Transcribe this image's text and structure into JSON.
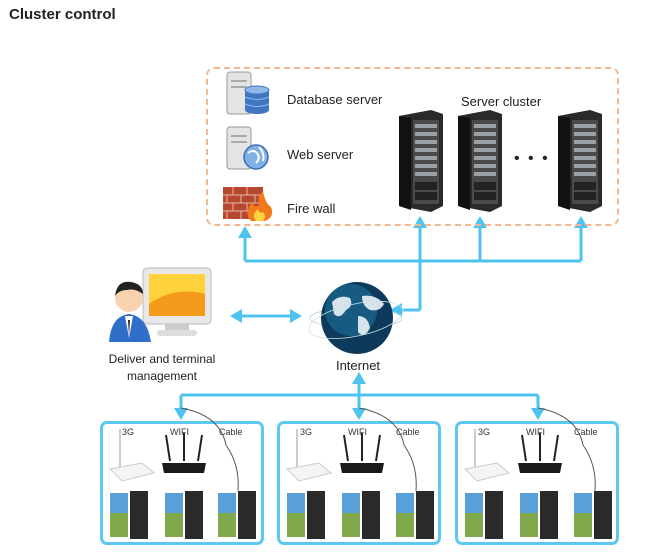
{
  "title": "Cluster control",
  "server_area": {
    "items": [
      {
        "label": "Database server",
        "icon": "database-server-icon"
      },
      {
        "label": "Web server",
        "icon": "web-server-icon"
      },
      {
        "label": "Fire wall",
        "icon": "firewall-icon"
      }
    ],
    "cluster_label": "Server cluster",
    "cluster_racks": 3,
    "ellipsis": "• • •"
  },
  "management": {
    "label_line1": "Deliver and terminal",
    "label_line2": "management"
  },
  "internet": {
    "label": "Internet"
  },
  "terminal_groups": [
    {
      "labels": [
        "3G",
        "WIFI",
        "Cable"
      ]
    },
    {
      "labels": [
        "3G",
        "WIFI",
        "Cable"
      ]
    },
    {
      "labels": [
        "3G",
        "WIFI",
        "Cable"
      ]
    }
  ],
  "colors": {
    "connector": "#4fc3ef",
    "dashed_border": "#f2b78f",
    "group_border": "#5cc8ef"
  }
}
